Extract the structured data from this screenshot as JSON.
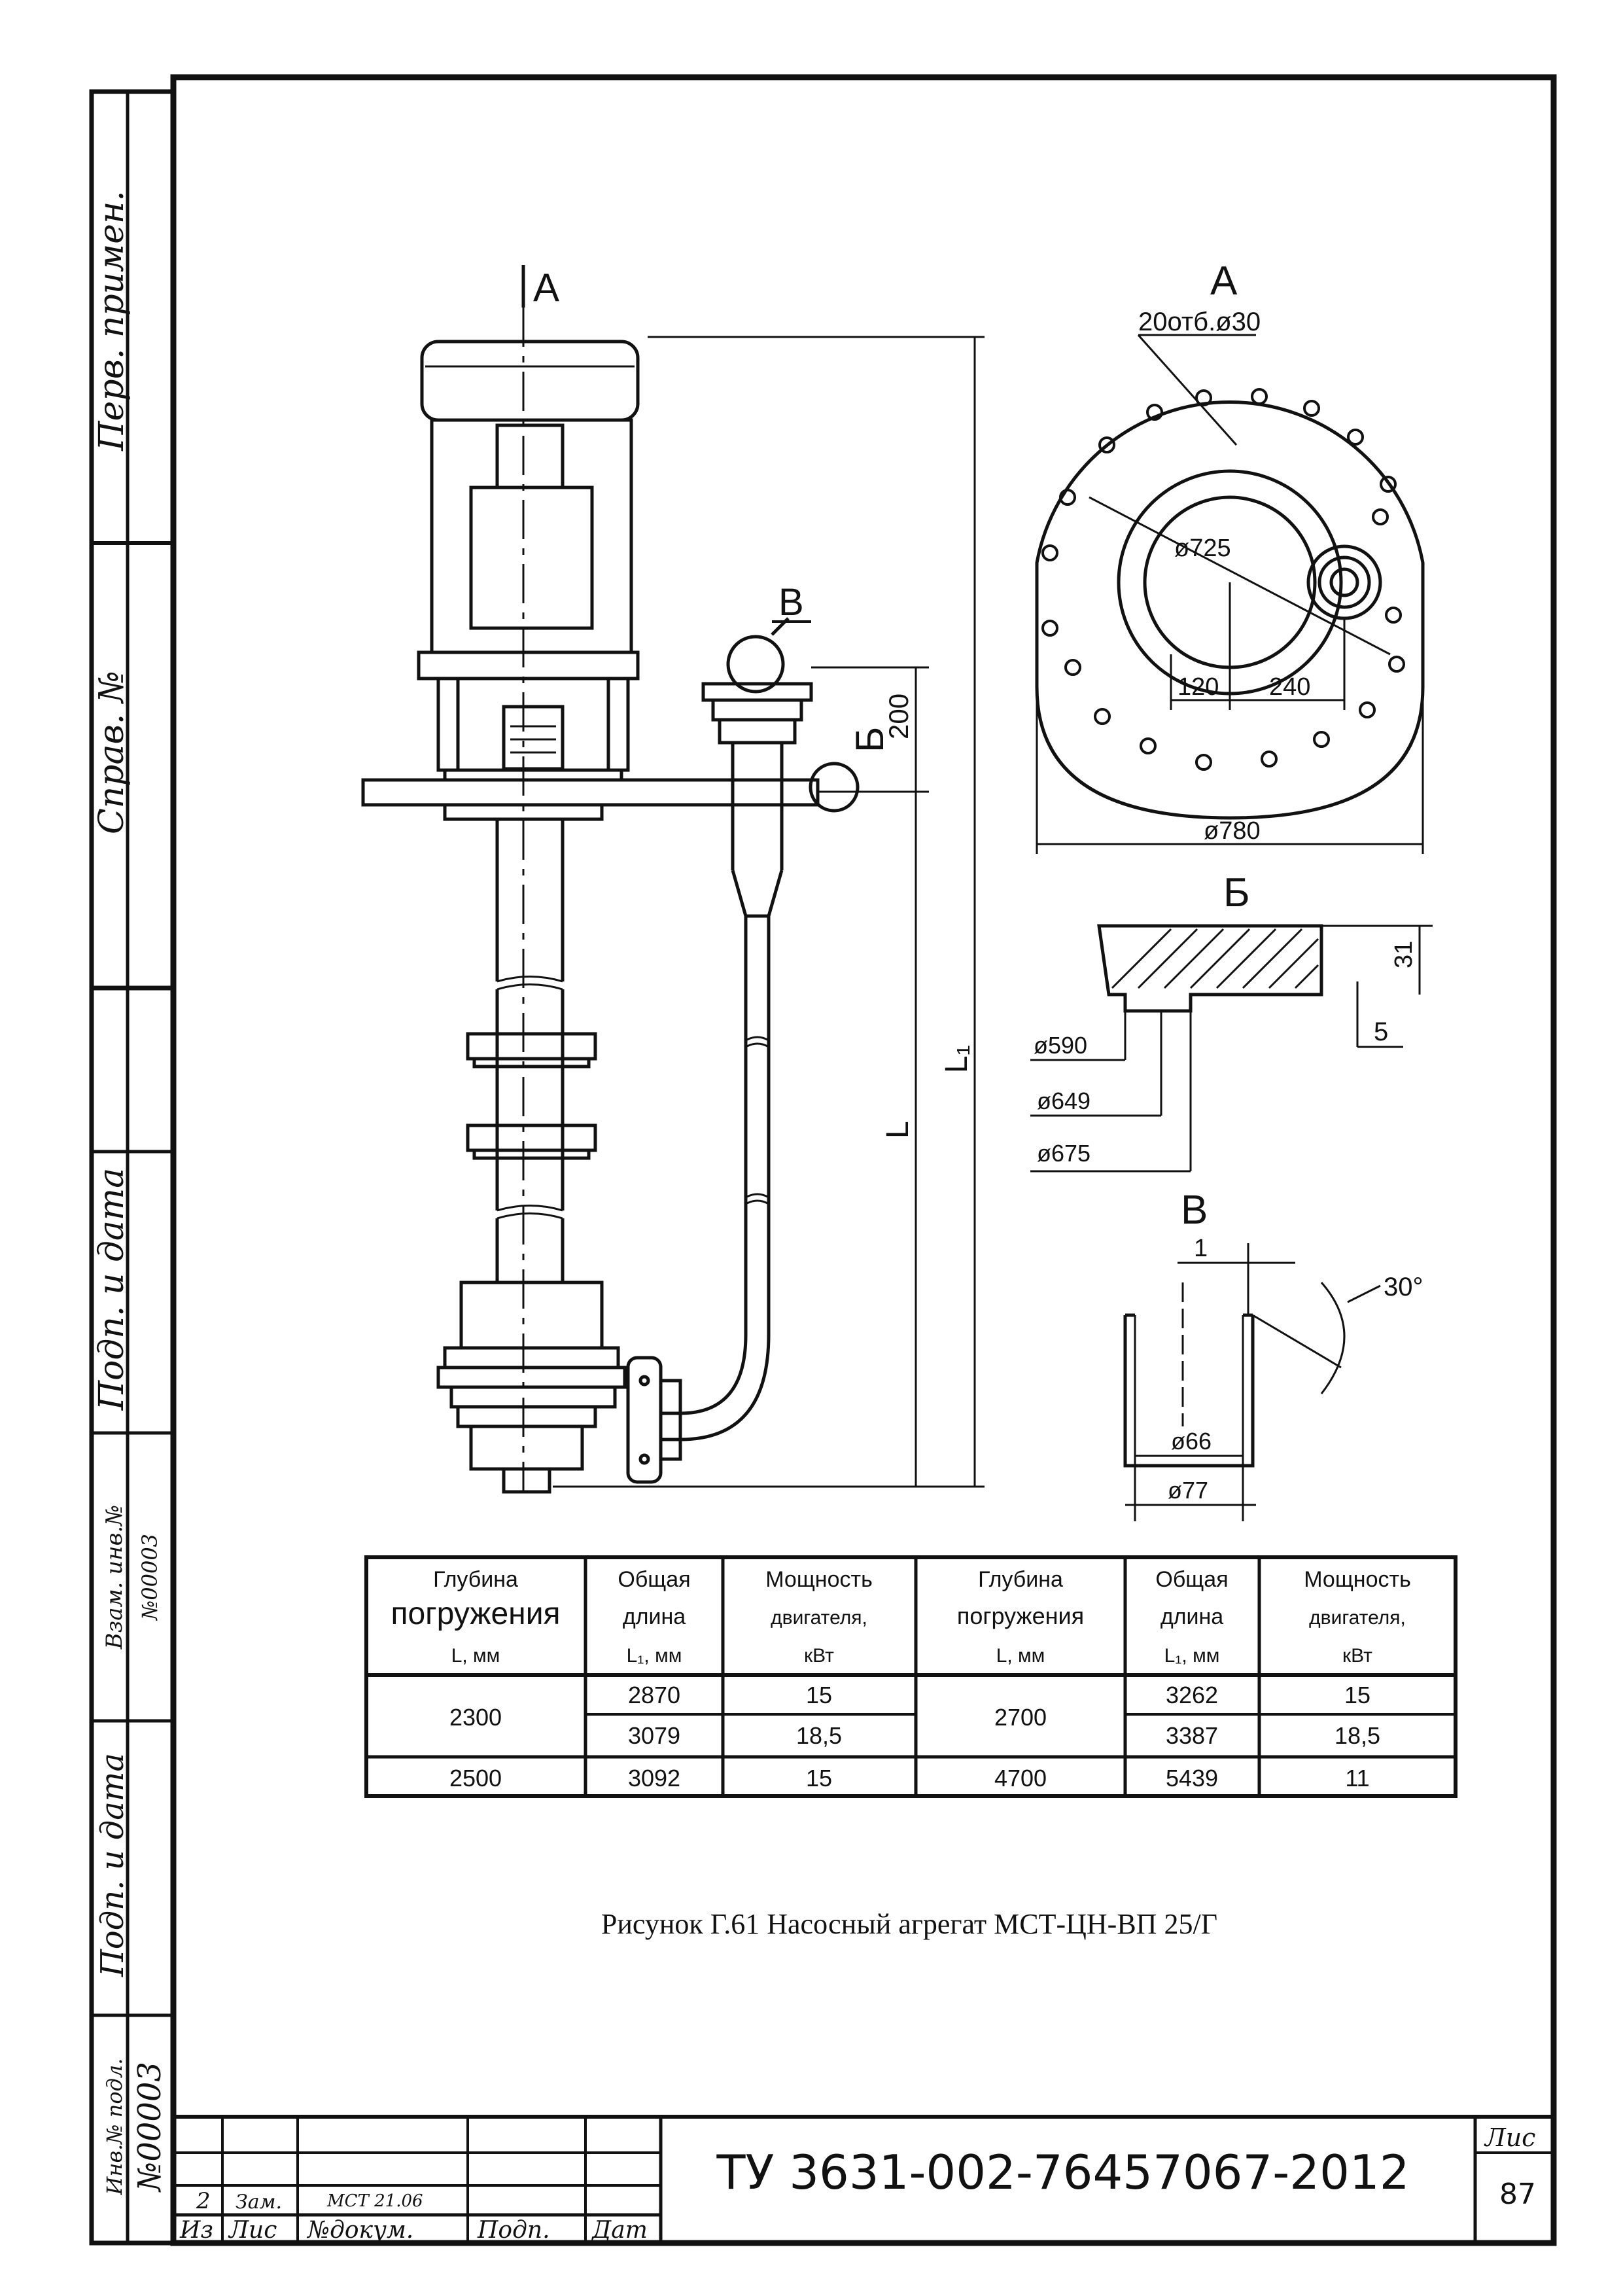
{
  "side_stamp": {
    "perv_primen": "Перв. примен.",
    "sprav_no": "Справ. №",
    "podp_i_data_1": "Подп. и дата",
    "vzam_inv_no": "Взам. инв.№",
    "vzam_inv_value": "№00003",
    "podp_i_data_2": "Подп. и дата",
    "inv_no_podl": "Инв.№ подл.",
    "inv_no_podl_value": "№00003"
  },
  "views": {
    "section_a_marker": "A",
    "view_a_label": "A",
    "view_b_label": "Б",
    "view_v_label": "B",
    "callout_v": "B",
    "callout_b": "Б"
  },
  "dimensions": {
    "holes": "20отб.ø30",
    "d725": "ø725",
    "d120": "120",
    "d240": "240",
    "d780": "ø780",
    "d200": "200",
    "L1": "L₁",
    "L": "L",
    "d31": "31",
    "d5": "5",
    "d590": "ø590",
    "d649": "ø649",
    "d675": "ø675",
    "d1": "1",
    "a30": "30°",
    "d66": "ø66",
    "d77": "ø77"
  },
  "spec_table": {
    "headers": [
      [
        "Глубина",
        "погружения",
        "L, мм"
      ],
      [
        "Общая",
        "длина",
        "L₁, мм"
      ],
      [
        "Мощность",
        "двигателя,",
        "кВт"
      ],
      [
        "Глубина",
        "погружения",
        "L, мм"
      ],
      [
        "Общая",
        "длина",
        "L₁, мм"
      ],
      [
        "Мощность",
        "двигателя,",
        "кВт"
      ]
    ],
    "rows": [
      [
        "2300",
        "2870",
        "15",
        "2700",
        "3262",
        "15"
      ],
      [
        "",
        "3079",
        "18,5",
        "",
        "3387",
        "18,5"
      ],
      [
        "2500",
        "3092",
        "15",
        "4700",
        "5439",
        "11"
      ]
    ]
  },
  "caption": "Рисунок Г.61 Насосный агрегат МСТ-ЦН-ВП 25/Г",
  "title_block": {
    "change_no": "2",
    "change_type": "Зам.",
    "change_doc": "МСТ 21.06",
    "h_iz": "Из",
    "h_lis": "Лис",
    "h_doc": "№докум.",
    "h_podp": "Подп.",
    "h_dat": "Дат",
    "designation": "ТУ 3631-002-76457067-2012",
    "sheet_label": "Лис",
    "sheet_no": "87"
  }
}
